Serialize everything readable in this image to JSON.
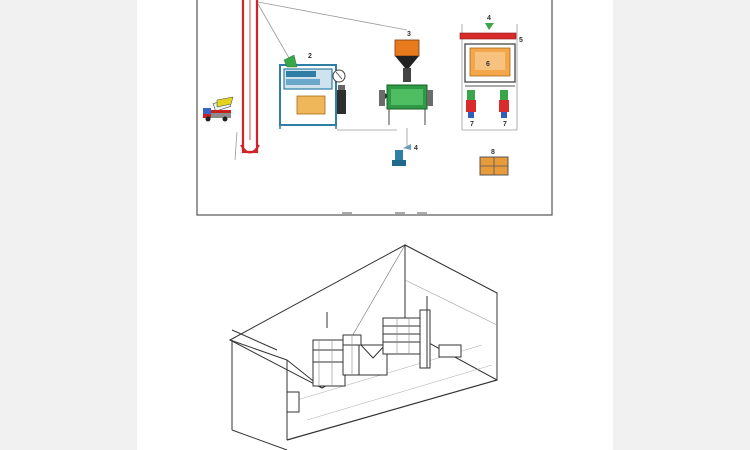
{
  "scheme": {
    "labels": [
      {
        "id": "2",
        "text": "2"
      },
      {
        "id": "3",
        "text": "3"
      },
      {
        "id": "4a",
        "text": "4"
      },
      {
        "id": "4b",
        "text": "4"
      },
      {
        "id": "5",
        "text": "5"
      },
      {
        "id": "6",
        "text": "6"
      },
      {
        "id": "7a",
        "text": "7"
      },
      {
        "id": "7b",
        "text": "7"
      },
      {
        "id": "8",
        "text": "8"
      }
    ]
  },
  "colors": {
    "background": "#f1f1f1",
    "sheet": "#ffffff",
    "elevator": "#d2232a",
    "machine_blue": "#2f7ea6",
    "cleaner_green": "#2f9a45",
    "hopper_orange": "#e87a1e",
    "dryer_red": "#d92b2b",
    "bin_orange": "#e89b3a",
    "outline": "#555555"
  },
  "icons": [
    "truck-icon",
    "bucket-elevator",
    "grain-cleaner",
    "hopper-separator",
    "dryer-unit",
    "bagging-stations",
    "control-cabinet",
    "container-building"
  ]
}
